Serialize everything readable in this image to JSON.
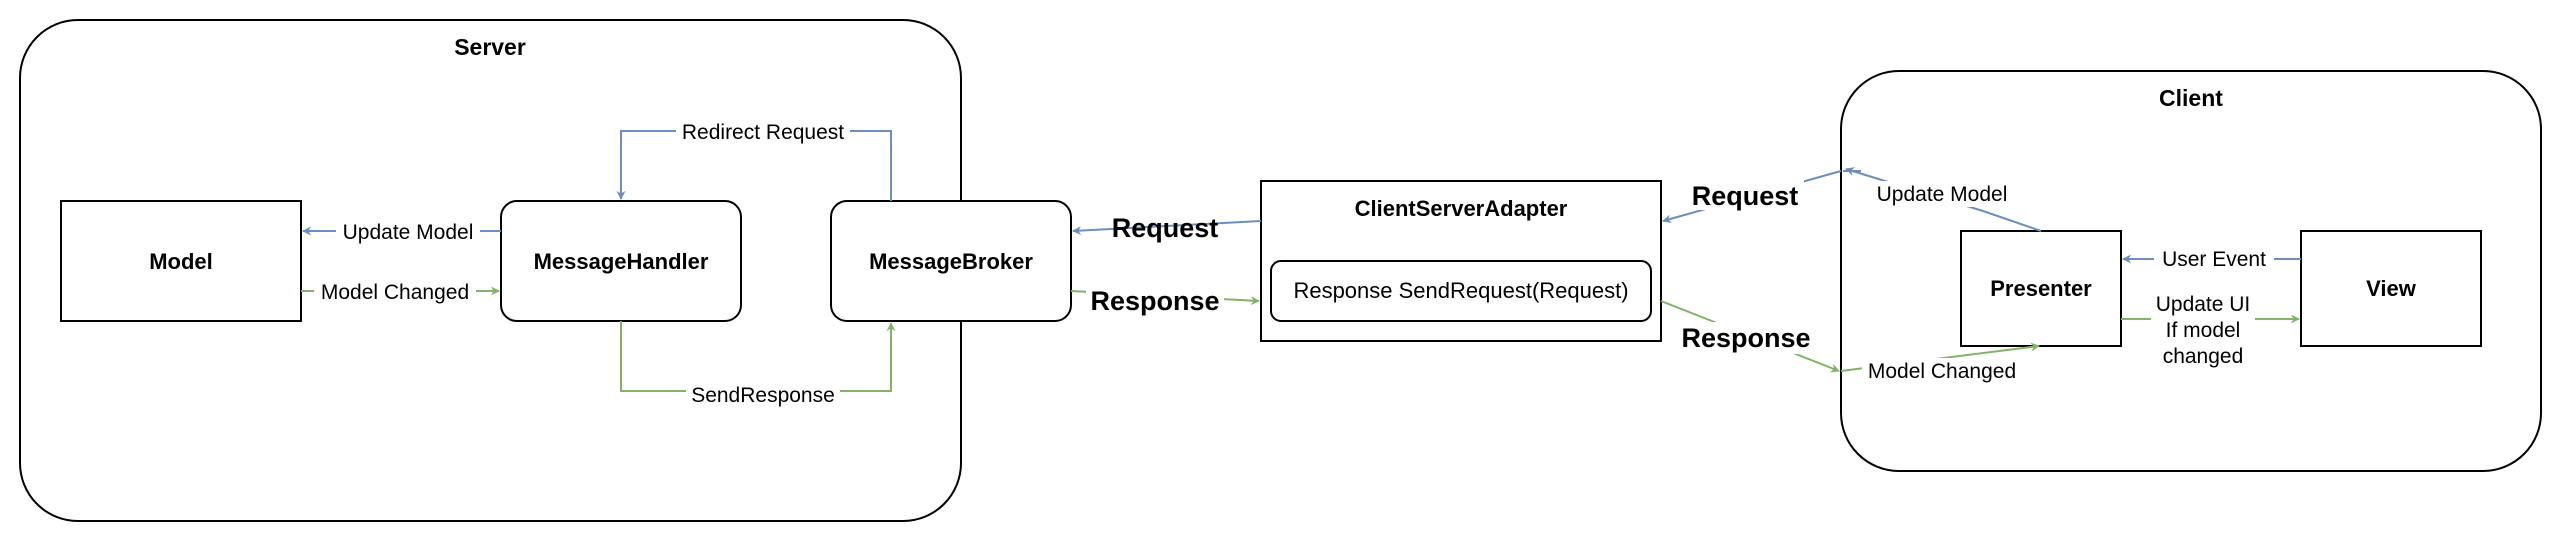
{
  "colors": {
    "blue": "#6c8ebf",
    "green": "#82b366",
    "stroke": "#000000",
    "background": "#ffffff"
  },
  "server": {
    "title": "Server",
    "model": "Model",
    "message_handler": "MessageHandler",
    "message_broker": "MessageBroker",
    "label_update_model": "Update Model",
    "label_model_changed": "Model Changed",
    "label_redirect_request": "Redirect Request",
    "label_send_response": "SendResponse"
  },
  "adapter": {
    "title": "ClientServerAdapter",
    "method": "Response SendRequest(Request)",
    "label_request_left": "Request",
    "label_response_left": "Response",
    "label_request_right": "Request",
    "label_response_right": "Response"
  },
  "client": {
    "title": "Client",
    "presenter": "Presenter",
    "view": "View",
    "label_update_model": "Update Model",
    "label_model_changed": "Model Changed",
    "label_user_event": "User Event",
    "label_update_ui_line1": "Update UI",
    "label_update_ui_line2": "If model",
    "label_update_ui_line3": "changed"
  }
}
